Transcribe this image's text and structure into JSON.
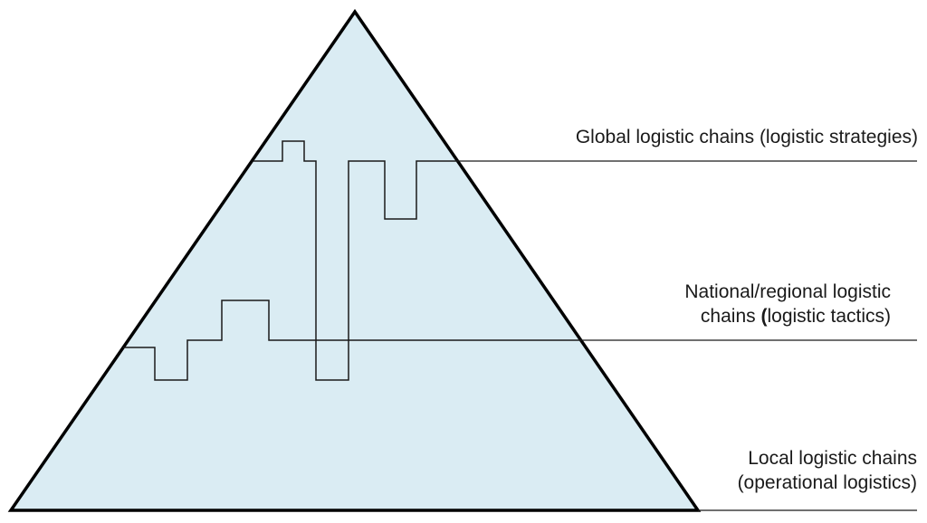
{
  "levels": {
    "global": {
      "line1": "Global logistic chains (logistic strategies)"
    },
    "national": {
      "line1": "National/regional logistic",
      "line2_prefix": "chains ",
      "line2_paren": "(",
      "line2_rest": "logistic tactics)"
    },
    "local": {
      "line1": "Local logistic chains",
      "line2": "(operational logistics)"
    }
  },
  "colors": {
    "pyramid_fill": "#daecf3",
    "outline": "#000000",
    "level_line": "#1a1a1a"
  }
}
